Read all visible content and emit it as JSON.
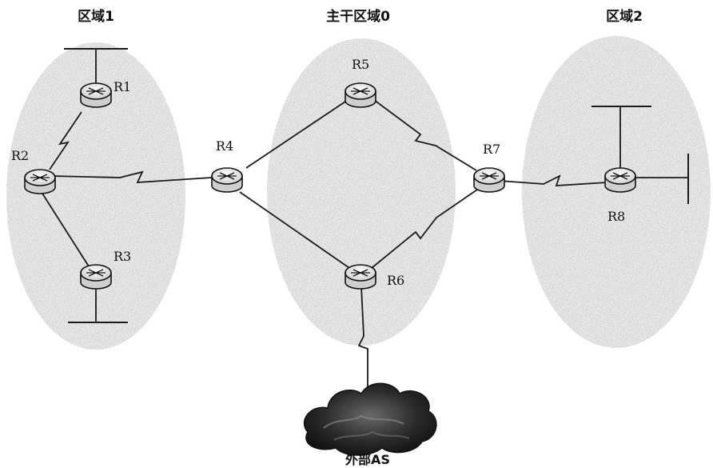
{
  "areas": {
    "area1": "区域1",
    "backbone": "主干区域0",
    "area2": "区域2"
  },
  "routers": {
    "r1": "R1",
    "r2": "R2",
    "r3": "R3",
    "r4": "R4",
    "r5": "R5",
    "r6": "R6",
    "r7": "R7",
    "r8": "R8"
  },
  "external": {
    "label": "外部AS"
  },
  "colors": {
    "stipple": "#9a9a9a",
    "ink": "#1a1a1a",
    "router_fill": "#e8e8e8"
  }
}
